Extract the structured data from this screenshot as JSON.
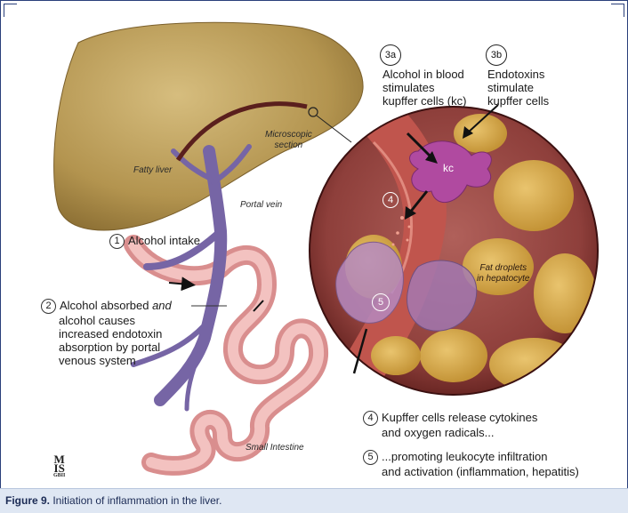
{
  "figure": {
    "caption_label": "Figure 9.",
    "caption_text": " Initiation of inflammation in the liver."
  },
  "labels": {
    "fatty_liver": "Fatty liver",
    "microscopic_section_1": "Microscopic",
    "microscopic_section_2": "section",
    "portal_vein": "Portal vein",
    "small_intestine": "Small Intestine",
    "fat_droplets_1": "Fat droplets",
    "fat_droplets_2": "in hepatocyte",
    "kc": "kc"
  },
  "steps": {
    "s1_num": "1",
    "s1_text": "Alcohol intake",
    "s2_num": "2",
    "s2_line1": "Alcohol absorbed ",
    "s2_line1_italic": "and",
    "s2_line2": "alcohol causes",
    "s2_line3": "increased endotoxin",
    "s2_line4": "absorption by portal",
    "s2_line5": "venous system",
    "s3a_num": "3a",
    "s3a_line1": "Alcohol in blood",
    "s3a_line2": "stimulates",
    "s3a_line3": "kupffer cells (kc)",
    "s3b_num": "3b",
    "s3b_line1": "Endotoxins",
    "s3b_line2": "stimulate",
    "s3b_line3": "kupffer cells",
    "s4_num": "4",
    "s4_line1": "Kupffer cells release cytokines",
    "s4_line2": "and oxygen radicals...",
    "s5_num": "5",
    "s5_line1": "...promoting leukocyte infiltration",
    "s5_line2": "and activation (inflammation, hepatitis)",
    "inset_4": "4",
    "inset_5": "5"
  },
  "logo": {
    "line1": "M",
    "line2": "IS",
    "line3": "GBII"
  },
  "colors": {
    "liver": "#b89a5a",
    "vein": "#7a6aa8",
    "intestine": "#e7a3a3",
    "inset": "#9b4a47",
    "caption_bg": "#dfe7f3"
  }
}
